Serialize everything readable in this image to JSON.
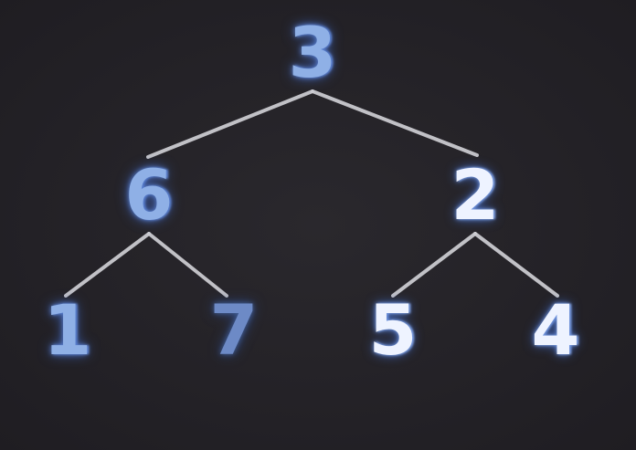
{
  "tree": {
    "nodes": [
      {
        "id": "root",
        "label": "3"
      },
      {
        "id": "left-child",
        "label": "6"
      },
      {
        "id": "right-child",
        "label": "2"
      },
      {
        "id": "left-left-leaf",
        "label": "1"
      },
      {
        "id": "left-right-leaf",
        "label": "7"
      },
      {
        "id": "right-left-leaf",
        "label": "5"
      },
      {
        "id": "right-right-leaf",
        "label": "4"
      }
    ],
    "edges": [
      {
        "from": "root",
        "to": "left-child"
      },
      {
        "from": "root",
        "to": "right-child"
      },
      {
        "from": "left-child",
        "to": "left-left-leaf"
      },
      {
        "from": "left-child",
        "to": "left-right-leaf"
      },
      {
        "from": "right-child",
        "to": "right-left-leaf"
      },
      {
        "from": "right-child",
        "to": "right-right-leaf"
      }
    ]
  }
}
